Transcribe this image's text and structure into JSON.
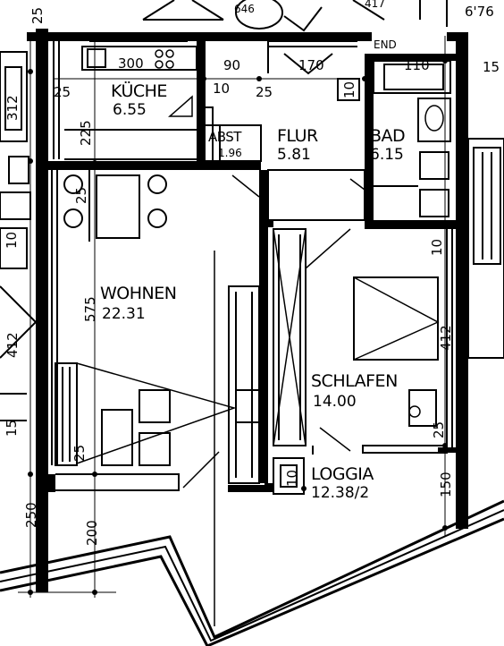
{
  "rooms": {
    "kueche": {
      "name": "KÜCHE",
      "area": "6.55"
    },
    "abst": {
      "name": "ABST",
      "area": "1.96"
    },
    "flur": {
      "name": "FLUR",
      "area": "5.81"
    },
    "bad": {
      "name": "BAD",
      "area": "6.15"
    },
    "wohnen": {
      "name": "WOHNEN",
      "area": "22.31"
    },
    "schlafen": {
      "name": "SCHLAFEN",
      "area": "14.00"
    },
    "loggia": {
      "name": "LOGGIA",
      "area": "12.38/2"
    }
  },
  "dimensions": {
    "top_300": "300",
    "top_90": "90",
    "top_170": "170",
    "top_end": "END",
    "top_110": "110",
    "top_15": "15",
    "kueche_25_a": "25",
    "kueche_10": "10",
    "kueche_25_b": "25",
    "flur_10": "10",
    "left_225": "225",
    "left_25_a": "25",
    "left_312": "312",
    "wohnen_575": "575",
    "wohnen_25": "25",
    "left_250": "250",
    "bottom_200": "200",
    "right_10": "10",
    "right_412": "412",
    "right_25": "25",
    "right_150": "150",
    "loggia_10": "10",
    "left_edge_412": "412",
    "left_edge_15": "15",
    "top_edge_676": "6'76",
    "top_edge_417": "417",
    "top_edge_646": "646"
  }
}
